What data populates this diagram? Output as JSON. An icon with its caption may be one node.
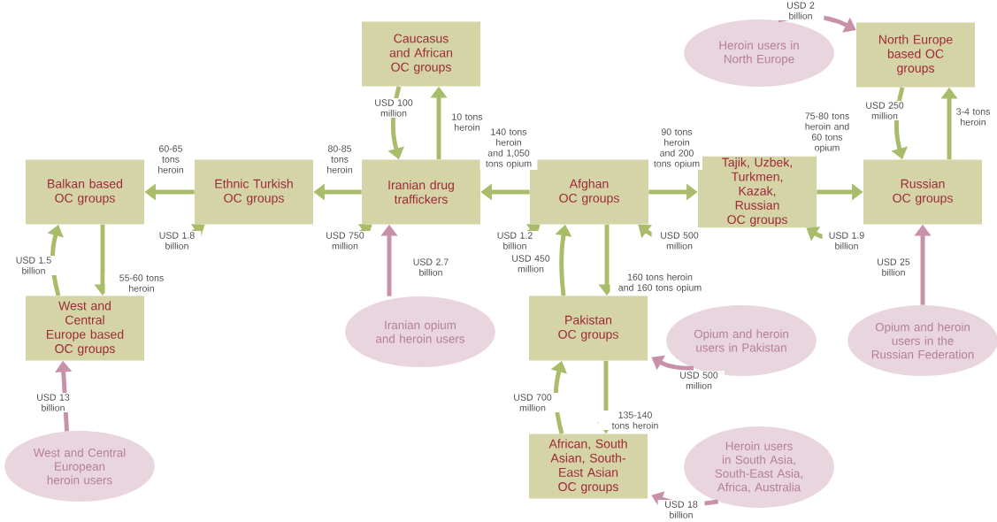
{
  "diagram": {
    "nodes": [
      {
        "text": [
          "Caucasus and African OC groups"
        ]
      },
      {
        "text": [
          "Heroin users in North Europe"
        ]
      },
      {
        "text": [
          "North Europe based OC groups"
        ]
      },
      {
        "text": [
          "Balkan based OC groups"
        ]
      },
      {
        "text": [
          "Ethnic Turkish OC groups"
        ]
      },
      {
        "text": [
          "Iranian drug traffickers"
        ]
      },
      {
        "text": [
          "Afghan OC groups"
        ]
      },
      {
        "text": [
          "Tajik, Uzbek, Turkmen, Kazak, Russian OC groups"
        ]
      },
      {
        "text": [
          "Russian OC groups"
        ]
      },
      {
        "text": [
          "West and Central Europe based OC groups"
        ]
      },
      {
        "text": [
          "Iranian opium and heroin users"
        ]
      },
      {
        "text": [
          "Pakistan OC groups"
        ]
      },
      {
        "text": [
          "Opium and heroin users in Pakistan"
        ]
      },
      {
        "text": [
          "Opium and heroin users in the Russian Federation"
        ]
      },
      {
        "text": [
          "West and Central European heroin users"
        ]
      },
      {
        "text": [
          "African, South Asian, South-East Asian OC groups"
        ]
      },
      {
        "text": [
          "Heroin users in South Asia, South-East Asia, Africa, Australia"
        ]
      }
    ],
    "edges": [
      {
        "from": 6,
        "to": 5,
        "arrow": "to",
        "label": "140 tons heroin and 1,050 tons opium"
      },
      {
        "from": 5,
        "to": 6,
        "arrow": "to",
        "label": "USD 1.2 billion"
      },
      {
        "from": 5,
        "to": 4,
        "arrow": "to",
        "label": "80-85 tons heroin"
      },
      {
        "from": 4,
        "to": 5,
        "arrow": "to",
        "label": "USD 750 million"
      },
      {
        "from": 4,
        "to": 3,
        "arrow": "to",
        "label": "60-65 tons heroin"
      },
      {
        "from": 3,
        "to": 4,
        "arrow": "to",
        "label": "USD 1.8 billion"
      },
      {
        "from": 3,
        "to": 9,
        "arrow": "to",
        "label": "55-60 tons heroin"
      },
      {
        "from": 9,
        "to": 3,
        "arrow": "to",
        "label": "USD 1.5 billion"
      },
      {
        "from": 14,
        "to": 9,
        "arrow": "to",
        "label": "USD 13 billion",
        "color": "#c990aa"
      },
      {
        "from": 5,
        "to": 0,
        "arrow": "to",
        "label": "10 tons heroin"
      },
      {
        "from": 0,
        "to": 5,
        "arrow": "to",
        "label": "USD 100 million"
      },
      {
        "from": 10,
        "to": 5,
        "arrow": "to",
        "label": "USD 2.7 billion",
        "color": "#c990aa"
      },
      {
        "from": 6,
        "to": 7,
        "arrow": "to",
        "label": "90 tons heroin and 200 tons opium"
      },
      {
        "from": 7,
        "to": 6,
        "arrow": "to",
        "label": "USD 500 million"
      },
      {
        "from": 7,
        "to": 8,
        "arrow": "to",
        "label": "75-80 tons heroin and 60 tons opium"
      },
      {
        "from": 8,
        "to": 7,
        "arrow": "to",
        "label": "USD 1.9 billion"
      },
      {
        "from": 8,
        "to": 2,
        "arrow": "to",
        "label": "3-4 tons heroin"
      },
      {
        "from": 2,
        "to": 8,
        "arrow": "to",
        "label": "USD 250 million"
      },
      {
        "from": 1,
        "to": 2,
        "arrow": "to",
        "label": "USD 2 billion",
        "color": "#c990aa"
      },
      {
        "from": 13,
        "to": 8,
        "arrow": "to",
        "label": "USD 25 billion",
        "color": "#c990aa"
      },
      {
        "from": 6,
        "to": 11,
        "arrow": "to",
        "label": "160 tons heroin and 160 tons opium"
      },
      {
        "from": 11,
        "to": 6,
        "arrow": "to",
        "label": "USD 450 million"
      },
      {
        "from": 12,
        "to": 11,
        "arrow": "to",
        "label": "USD 500 million",
        "color": "#c990aa"
      },
      {
        "from": 11,
        "to": 15,
        "arrow": "to",
        "label": "135-140 tons heroin"
      },
      {
        "from": 15,
        "to": 11,
        "arrow": "to",
        "label": "USD 700 million"
      },
      {
        "from": 16,
        "to": 15,
        "arrow": "to",
        "label": "USD 18 billion",
        "color": "#c990aa"
      }
    ]
  }
}
